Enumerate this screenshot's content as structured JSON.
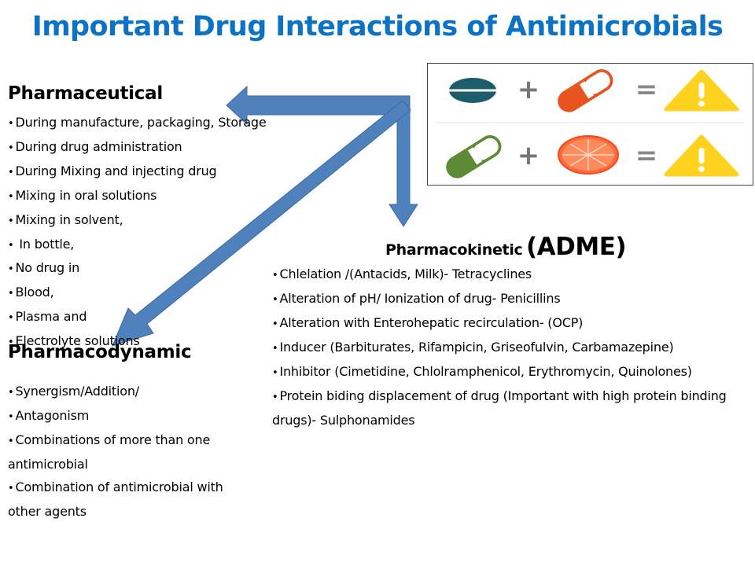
{
  "title": "Important Drug Interactions of Antimicrobials",
  "pharmaceutical": {
    "heading": "Pharmaceutical",
    "items": [
      "During manufacture, packaging, Storage",
      "During drug administration",
      "During Mixing and injecting drug",
      "Mixing in oral solutions",
      "Mixing in solvent,",
      " In bottle,",
      "No drug in",
      "Blood,",
      "Plasma and",
      "Electrolyte solutions"
    ]
  },
  "pharmacodynamic": {
    "heading": "Pharmacodynamic",
    "items": [
      "Synergism/Addition/",
      "Antagonism",
      "Combinations of more than one antimicrobial",
      "Combination of antimicrobial with other agents"
    ]
  },
  "pharmacokinetic": {
    "heading": "Pharmacokinetic",
    "heading_suffix": "(ADME)",
    "items": [
      "Chlelation /(Antacids, Milk)- Tetracyclines",
      "Alteration of pH/ Ionization of drug- Penicillins",
      "Alteration with Enterohepatic recirculation- (OCP)",
      "Inducer (Barbiturates, Rifampicin, Griseofulvin, Carbamazepine)",
      "Inhibitor (Cimetidine, Chlolramphenicol, Erythromycin, Quinolones)",
      "Protein biding displacement of drug (Important with high protein binding drugs)- Sulphonamides"
    ]
  },
  "illustration": {
    "rows": [
      {
        "first": "tablet-icon",
        "operator": "+",
        "second": "capsule-icon",
        "equals": "=",
        "result": "warning-icon"
      },
      {
        "first": "capsule-icon",
        "operator": "+",
        "second": "grapefruit-icon",
        "equals": "=",
        "result": "warning-icon"
      }
    ]
  },
  "colors": {
    "title": "#0b72c4",
    "arrow": "#4f81bd",
    "arrow_outline": "#3a6aa5",
    "tablet": "#1b5d6b",
    "capsule_orange": "#e8541f",
    "capsule_green": "#5c8a35",
    "grapefruit": "#ff6b3d",
    "warning": "#ffd21f"
  }
}
